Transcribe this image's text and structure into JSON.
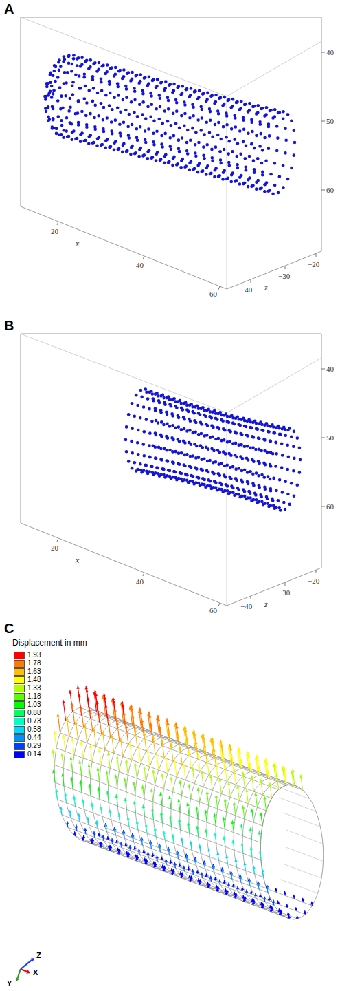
{
  "diagram": {
    "labels": [
      "A",
      "20",
      "40",
      "60",
      "x",
      "−40",
      "−30",
      "−20",
      "z",
      "40",
      "50",
      "60",
      "B",
      "20",
      "40",
      "60",
      "x",
      "−40",
      "−30",
      "−20",
      "z",
      "40",
      "50",
      "60",
      "C",
      "Displacement in mm",
      "Z",
      "X",
      "Y"
    ],
    "legend": [
      {
        "text": "1.93",
        "color": "#ff0000"
      },
      {
        "text": "1.78",
        "color": "#ff7a00"
      },
      {
        "text": "1.63",
        "color": "#ffbf00"
      },
      {
        "text": "1.48",
        "color": "#ffff00"
      },
      {
        "text": "1.33",
        "color": "#b0ff00"
      },
      {
        "text": "1.18",
        "color": "#58ff00"
      },
      {
        "text": "1.03",
        "color": "#00ff00"
      },
      {
        "text": "0.88",
        "color": "#00ff62"
      },
      {
        "text": "0.73",
        "color": "#00ffc4"
      },
      {
        "text": "0.58",
        "color": "#00d8ff"
      },
      {
        "text": "0.44",
        "color": "#0090ff"
      },
      {
        "text": "0.29",
        "color": "#0040ff"
      },
      {
        "text": "0.14",
        "color": "#0000ff"
      }
    ]
  }
}
